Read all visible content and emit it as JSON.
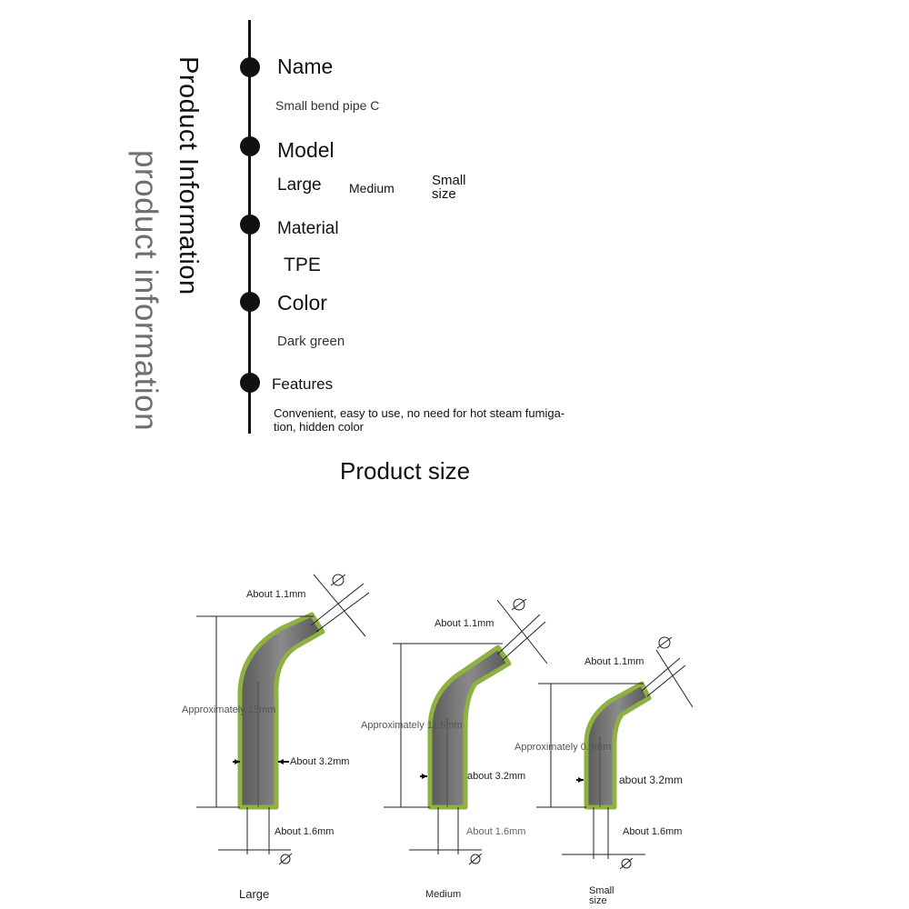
{
  "side_titles": {
    "primary": "Product Information",
    "secondary": "product information"
  },
  "info": {
    "name": {
      "label": "Name",
      "value": "Small bend pipe C"
    },
    "model": {
      "label": "Model",
      "options": [
        "Large",
        "Medium",
        "Small size"
      ]
    },
    "material": {
      "label": "Material",
      "value": "TPE"
    },
    "color": {
      "label": "Color",
      "value": "Dark green"
    },
    "features": {
      "label": "Features",
      "value_line1": "Convenient, easy to use, no need for hot steam fumiga-",
      "value_line2": "tion, hidden color"
    }
  },
  "size_section": {
    "title": "Product size",
    "large": {
      "caption": "Large",
      "tip": "About 1.1mm",
      "length": "Approximately 15mm",
      "outer": "About 3.2mm",
      "inner": "About 1.6mm"
    },
    "medium": {
      "caption": "Medium",
      "tip": "About 1.1mm",
      "length": "Approximately 11.5mm",
      "outer": "about 3.2mm",
      "inner": "About 1.6mm"
    },
    "small": {
      "caption_line1": "Small",
      "caption_line2": "size",
      "tip": "About 1.1mm",
      "length": "Approximately 0.9mm",
      "outer": "about 3.2mm",
      "inner": "About 1.6mm"
    }
  },
  "colors": {
    "pipe_outer": "#7c9a3e",
    "pipe_inner": "#6b6b6b",
    "text": "#111111"
  }
}
